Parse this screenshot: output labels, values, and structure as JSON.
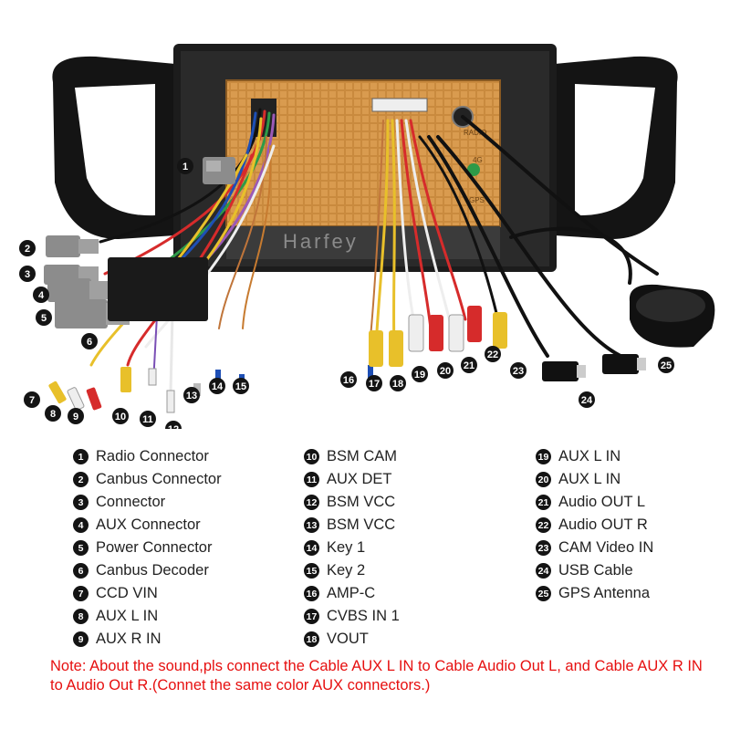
{
  "brand_watermark": "Harfey",
  "unit_labels": {
    "radio": "RADIO",
    "gps": "GPS",
    "g4": "4G"
  },
  "legend": [
    {
      "n": "1",
      "label": "Radio Connector"
    },
    {
      "n": "2",
      "label": "Canbus Connector"
    },
    {
      "n": "3",
      "label": "Connector"
    },
    {
      "n": "4",
      "label": "AUX Connector"
    },
    {
      "n": "5",
      "label": "Power Connector"
    },
    {
      "n": "6",
      "label": "Canbus Decoder"
    },
    {
      "n": "7",
      "label": "CCD VIN"
    },
    {
      "n": "8",
      "label": "AUX L IN"
    },
    {
      "n": "9",
      "label": "AUX R IN"
    },
    {
      "n": "10",
      "label": "BSM CAM"
    },
    {
      "n": "11",
      "label": "AUX DET"
    },
    {
      "n": "12",
      "label": "BSM VCC"
    },
    {
      "n": "13",
      "label": "BSM VCC"
    },
    {
      "n": "14",
      "label": "Key 1"
    },
    {
      "n": "15",
      "label": "Key 2"
    },
    {
      "n": "16",
      "label": "AMP-C"
    },
    {
      "n": "17",
      "label": "CVBS IN 1"
    },
    {
      "n": "18",
      "label": "VOUT"
    },
    {
      "n": "19",
      "label": "AUX L IN"
    },
    {
      "n": "20",
      "label": "AUX L IN"
    },
    {
      "n": "21",
      "label": "Audio OUT L"
    },
    {
      "n": "22",
      "label": "Audio OUT R"
    },
    {
      "n": "23",
      "label": "CAM Video IN"
    },
    {
      "n": "24",
      "label": "USB Cable"
    },
    {
      "n": "25",
      "label": "GPS Antenna"
    }
  ],
  "note": "Note: About the sound,pls connect the Cable AUX L IN to Cable Audio Out L, and Cable AUX R IN to  Audio Out R.(Connet the same color AUX connectors.)"
}
